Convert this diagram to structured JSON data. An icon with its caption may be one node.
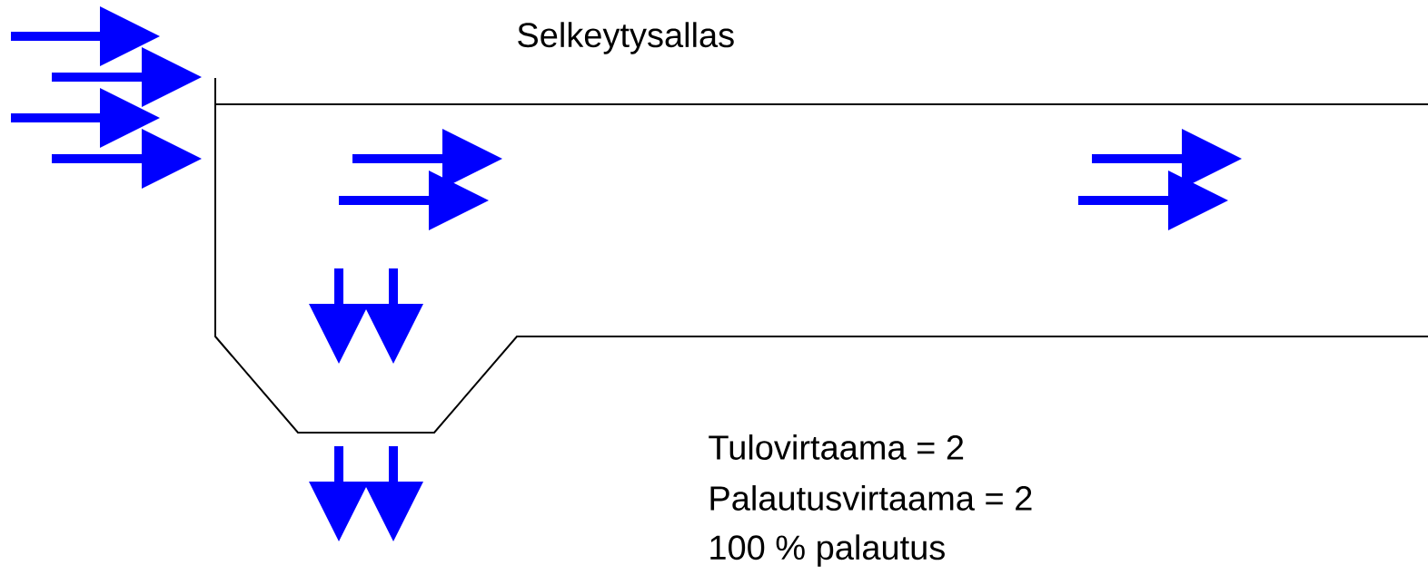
{
  "diagram": {
    "title": "Selkeytysallas",
    "labels": [
      "Tulovirtaama = 2",
      "Palautusvirtaama = 2",
      "100 % palautus"
    ]
  }
}
